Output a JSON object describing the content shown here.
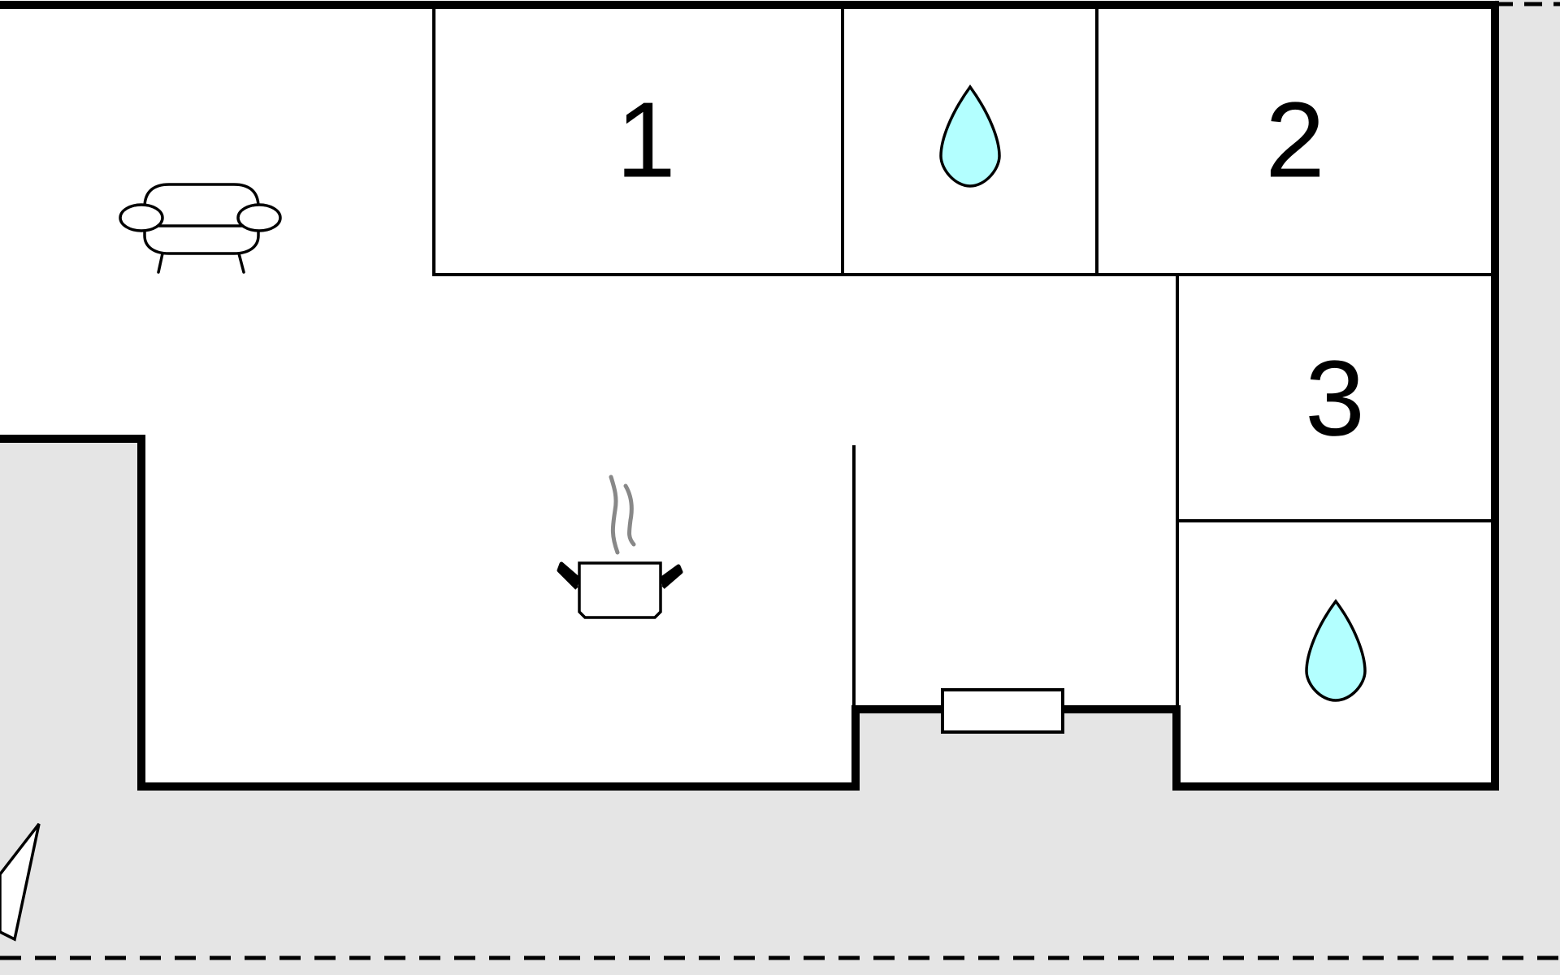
{
  "floorplan": {
    "rooms": [
      {
        "id": "bedroom-1",
        "label": "1"
      },
      {
        "id": "bedroom-2",
        "label": "2"
      },
      {
        "id": "bedroom-3",
        "label": "3"
      }
    ],
    "icons": {
      "living_room": "sofa-icon",
      "kitchen": "cooking-pot-icon",
      "bathrooms": "water-drop-icon",
      "entrance": "window-icon",
      "orientation": "compass-arrow-icon"
    },
    "colors": {
      "outdoor": "#e5e5e5",
      "floor": "#ffffff",
      "walls": "#000000",
      "water_drop": "#b3ffff",
      "steam": "#888888"
    }
  }
}
